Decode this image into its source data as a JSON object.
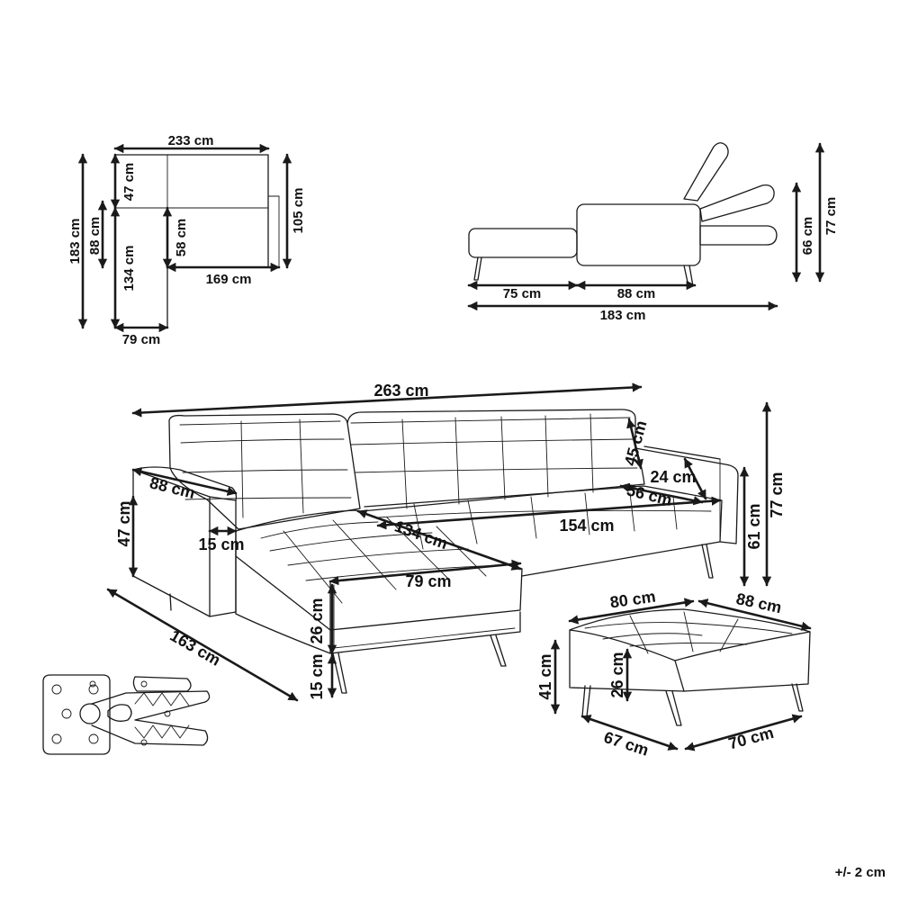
{
  "top_view": {
    "total_width": "233 cm",
    "total_depth": "183 cm",
    "back_depth": "47 cm",
    "seat_depth_left": "88 cm",
    "chaise_length": "134 cm",
    "chaise_width": "79 cm",
    "right_depth": "105 cm",
    "inner_depth": "58 cm",
    "sofa_length": "169 cm"
  },
  "side_view": {
    "seat_section": "75 cm",
    "back_section": "88 cm",
    "total_length": "183 cm",
    "height_mid": "66 cm",
    "height_full": "77 cm"
  },
  "main_view": {
    "total_width": "263 cm",
    "arm_depth_left": "88 cm",
    "arm_height": "47 cm",
    "arm_width": "15 cm",
    "chaise_length": "134 cm",
    "chaise_width": "79 cm",
    "depth_total": "163 cm",
    "seat_height": "26 cm",
    "leg_height": "15 cm",
    "back_height": "45 cm",
    "arm_right_width": "24 cm",
    "seat_depth": "56 cm",
    "seat_width": "154 cm",
    "height_seat": "61 cm",
    "height_total": "77 cm"
  },
  "ottoman": {
    "width": "80 cm",
    "depth": "88 cm",
    "height": "41 cm",
    "cushion": "26 cm",
    "base_depth": "67 cm",
    "base_width": "70 cm"
  },
  "tolerance": "+/- 2 cm"
}
